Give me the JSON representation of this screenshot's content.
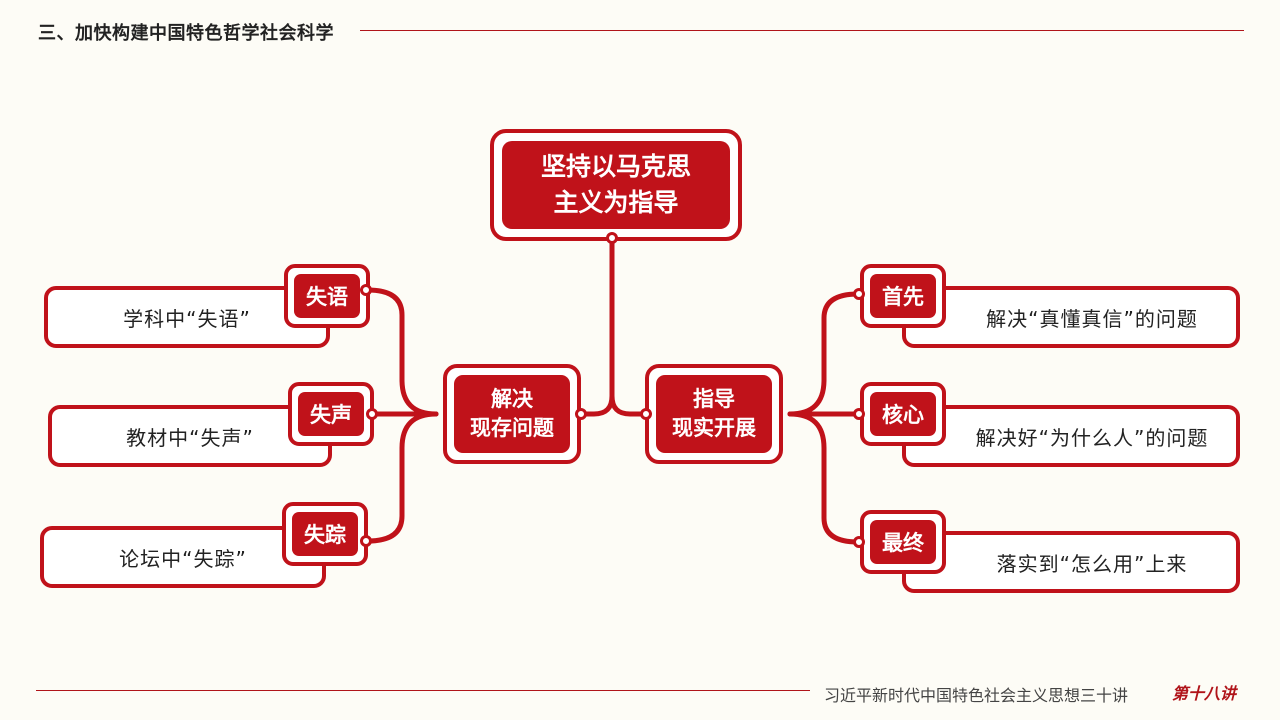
{
  "header": {
    "title": "三、加快构建中国特色哲学社会科学"
  },
  "footer": {
    "series": "习近平新时代中国特色社会主义思想三十讲",
    "badge": "第十八讲"
  },
  "diagram": {
    "root": {
      "line1": "坚持以马克思",
      "line2": "主义为指导"
    },
    "left_branch": {
      "line1": "解决",
      "line2": "现存问题"
    },
    "right_branch": {
      "line1": "指导",
      "line2": "现实开展"
    },
    "left_items": [
      {
        "tag": "失语",
        "text": "学科中“失语”"
      },
      {
        "tag": "失声",
        "text": "教材中“失声”"
      },
      {
        "tag": "失踪",
        "text": "论坛中“失踪”"
      }
    ],
    "right_items": [
      {
        "tag": "首先",
        "text": "解决“真懂真信”的问题"
      },
      {
        "tag": "核心",
        "text": "解决好“为什么人”的问题"
      },
      {
        "tag": "最终",
        "text": "落实到“怎么用”上来"
      }
    ]
  },
  "colors": {
    "accent": "#c0121a",
    "background": "#fdfcf6"
  }
}
